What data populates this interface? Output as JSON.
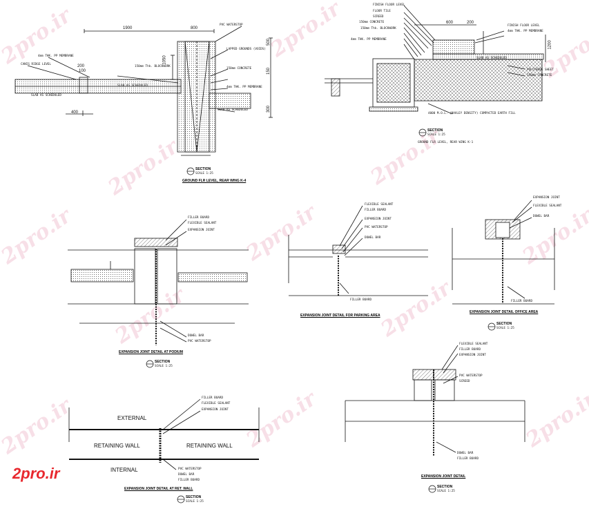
{
  "watermark": "2pro.ir",
  "brand": "2pro.ir",
  "drawing_labels": {
    "section": "SECTION",
    "scale": "SCALE 1:25",
    "ground_floor_slab": "GROUND FLR LEVEL, REAR WING K-4",
    "ground_flr_rear": "GROUND FLR LEVEL, REAR WING K-1",
    "podium_joint": "EXPANSION JOINT DETAIL AT PODIUM",
    "parking_joint": "EXPANSION JOINT DETAIL FOR PARKING AREA",
    "office_joint": "EXPANSION JOINT DETAIL OFFICE AREA",
    "ret_wall_joint": "EXPANSION JOINT DETAIL AT RET. WALL",
    "joint_detail": "EXPANSION JOINT DETAIL"
  },
  "wall_labels": {
    "external": "EXTERNAL",
    "retaining_wall_left": "RETAINING WALL",
    "retaining_wall_right": "RETAINING WALL",
    "internal": "INTERNAL"
  },
  "dimensions": {
    "d1900": "1900",
    "d800": "800",
    "d100": "100",
    "d200": "200",
    "d400": "400",
    "d1050": "1050",
    "d500": "500",
    "d150": "150",
    "d300": "300",
    "d600": "600",
    "d1200": "1200"
  },
  "notes": {
    "gutter": "CANIS RIDGE LEVEL",
    "slab": "SLAB AS SCHEDULED",
    "mem": "4mm THK. PP MEMBRANE",
    "dampin": "150mm Thk. BLOCKWORK",
    "laps": "LAPPED GROUNDS (VOIDS)",
    "concrete": "150mm CONCRETE",
    "fill": "4000 M.O.L. (NAVLEY DENSITY) COMPACTED EARTH FILL",
    "polythene": "POLYTHENE SHEET",
    "finish": "FINISH FLOOR LEVEL",
    "sealant": "FLEXIBLE SEALANT",
    "filler": "FILLER BOARD",
    "joint": "EXPANSION JOINT",
    "pvc": "PVC WATERSTOP",
    "dowel": "DOWEL BAR",
    "screed": "SCREED",
    "tile": "FLOOR TILE"
  }
}
